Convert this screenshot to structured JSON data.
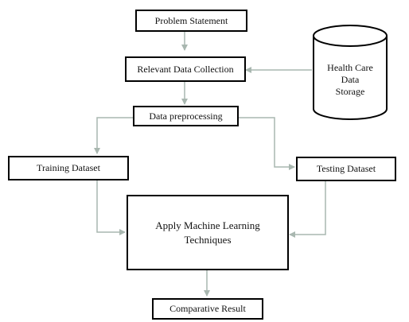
{
  "diagram": {
    "nodes": {
      "problem_statement": "Problem Statement",
      "relevant_data_collection": "Relevant Data Collection",
      "data_preprocessing": "Data preprocessing",
      "training_dataset": "Training Dataset",
      "testing_dataset": "Testing Dataset",
      "apply_ml_line1": "Apply Machine Learning",
      "apply_ml_line2": "Techniques",
      "comparative_result": "Comparative Result",
      "storage_line1": "Health Care",
      "storage_line2": "Data",
      "storage_line3": "Storage"
    },
    "edges": [
      [
        "problem_statement",
        "relevant_data_collection"
      ],
      [
        "health_care_data_storage",
        "relevant_data_collection"
      ],
      [
        "relevant_data_collection",
        "data_preprocessing"
      ],
      [
        "data_preprocessing",
        "training_dataset"
      ],
      [
        "data_preprocessing",
        "testing_dataset"
      ],
      [
        "training_dataset",
        "apply_machine_learning_techniques"
      ],
      [
        "testing_dataset",
        "apply_machine_learning_techniques"
      ],
      [
        "apply_machine_learning_techniques",
        "comparative_result"
      ]
    ],
    "colors": {
      "border": "#000000",
      "connector": "#a9b7b0"
    }
  }
}
